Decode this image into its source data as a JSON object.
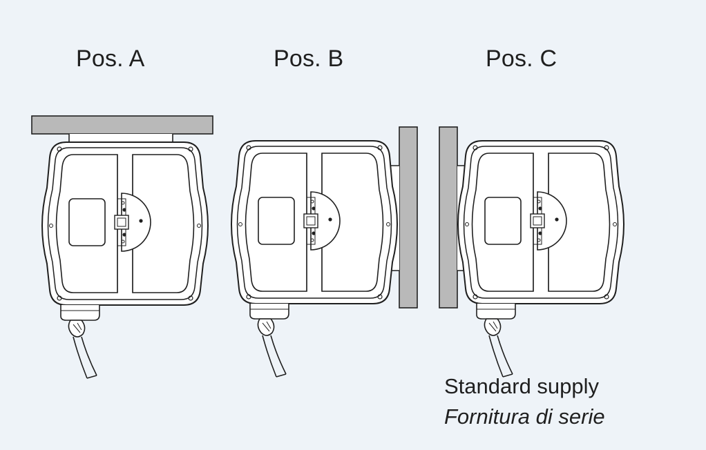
{
  "positions": [
    {
      "id": "A",
      "label": "Pos. A",
      "mount": "ceiling"
    },
    {
      "id": "B",
      "label": "Pos. B",
      "mount": "wall-right"
    },
    {
      "id": "C",
      "label": "Pos. C",
      "mount": "wall-left"
    }
  ],
  "note": {
    "line1": "Standard supply",
    "line2": "Fornitura di serie"
  },
  "colors": {
    "background": "#eef3f8",
    "mount_plate": "#b9b9b9",
    "outline": "#1f1f1f",
    "body_fill": "#ffffff"
  }
}
